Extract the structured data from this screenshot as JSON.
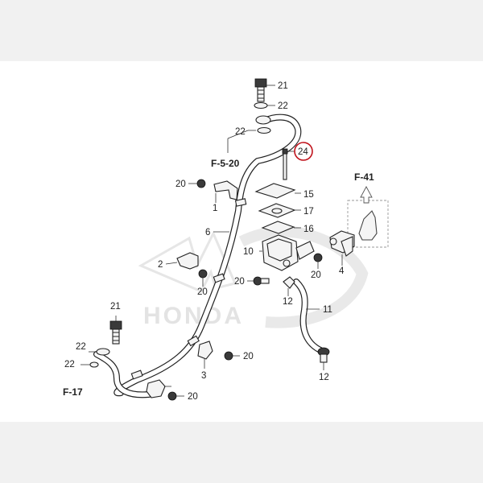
{
  "callouts": {
    "c21a": "21",
    "c22a": "22",
    "c22b": "22",
    "c24": "24",
    "c15": "15",
    "c17": "17",
    "c16": "16",
    "c20a": "20",
    "c1": "1",
    "c6": "6",
    "c10": "10",
    "c2": "2",
    "c20b": "20",
    "c20c": "20",
    "c20d": "20",
    "c12a": "12",
    "c11": "11",
    "c4": "4",
    "c21b": "21",
    "c22c": "22",
    "c22d": "22",
    "c20e": "20",
    "c3": "3",
    "c20f": "20",
    "c12b": "12"
  },
  "references": {
    "f520": "F-5-20",
    "f41": "F-41",
    "f17": "F-17"
  },
  "watermark": "HONDA",
  "colors": {
    "highlight_circle": "#c0121b",
    "line": "#222222",
    "watermark": "#e3e3e3"
  }
}
